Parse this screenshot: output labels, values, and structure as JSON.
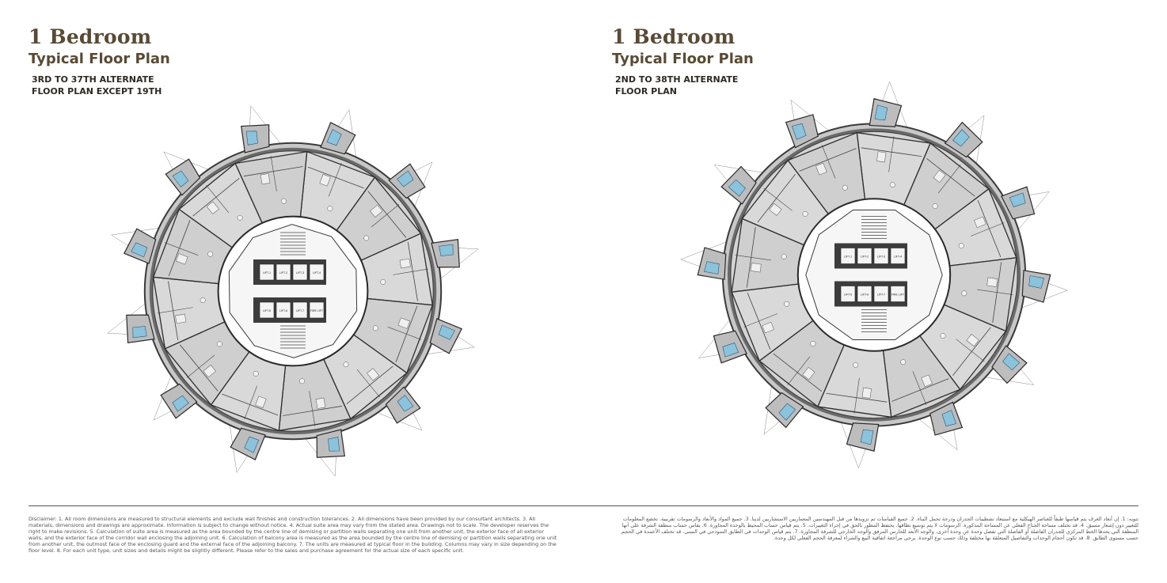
{
  "left_panel": {
    "title": "1 Bedroom",
    "subtitle": "Typical Floor Plan",
    "floors_line1": "3RD TO 37TH ALTERNATE",
    "floors_line2": "FLOOR PLAN EXCEPT 19TH",
    "core_labels": [
      "LIFT-1",
      "LIFT-2",
      "LIFT-3",
      "LIFT-4",
      "LIFT-5",
      "LIFT-6",
      "LIFT-7",
      "FIRE LIFT"
    ]
  },
  "right_panel": {
    "title": "1 Bedroom",
    "subtitle": "Typical Floor Plan",
    "floors_line1": "2ND TO 38TH ALTERNATE",
    "floors_line2": "FLOOR PLAN",
    "core_labels": [
      "LIFT-1",
      "LIFT-2",
      "LIFT-3",
      "LIFT-4",
      "LIFT-5",
      "LIFT-6",
      "LIFT-7",
      "FIRE LIFT"
    ]
  },
  "disclaimer_en": "Disclaimer: 1. All room dimensions are measured to structural elements and exclude wall finishes and construction tolerances. 2. All dimensions have been provided by our consultant architects. 3. All materials, dimensions and drawings are approximate. Information is subject to change without notice. 4. Actual suite area may vary from the stated area. Drawings not to scale. The developer reserves the right to make revisions. 5. Calculation of suite area is measured as the area bounded by the centre line of demising or partition walls separating one unit from another unit, the exterior face of all exterior walls, and the exterior face of the corridor wall enclosing the adjoining unit. 6. Calculation of balcony area is measured as the area bounded by the centre line of demising or partition walls separating one unit from another unit, the outmost face of the enclosing guard and the external face of the adjoining balcony. 7. The units are measured at typical floor in the building. Columns may vary in size depending on the floor level. 8. For each unit type, unit sizes and details might be slightly different. Please refer to the sales and purchase agreement for the actual size of each specific unit.",
  "disclaimer_ar": "تنويه: 1. إن أبعاد الغرف يتم قياسها طبقاً للعناصر الهيكلية مع استبعاد تشطيبات الجدران ودرجة تحمل البناء. 2. جميع القياسات تم تزويدها من قبل المهندسين المعماريين الاستشاريين لدينا. 3. جميع المواد والأبعاد والرسومات تقريبية. تخضع المعلومات للتغيير دون إشعار مسبق. 4. قد تختلف مساحة الجناح الفعلي عن المساحة المذكورة. الرسومات لا يتم توسيع نطاقها. يحتفظ المطور بالحق في إجراء التغييرات. 5. يتم قياس حساب المحيط بالوحدة المجاورة. 6. يقاس حساب منطقة الشرفة على أنها المنطقة التي يحدها الخط المركزي للجدران الفاصلة أو الفاصلة التي تفصل وحدة عن وحدة أخرى، والوجه الأبعد للحارس المرفق والوجه الخارجي للشرفة المجاورة. 7. يتم قياس الوحدات في الطابق النموذجي في المبنى. قد تختلف الأعمدة في الحجم حسب مستوى الطابق. 8. قد تكون أحجام الوحدات والتفاصيل المتعلقة بها مختلفة وذلك حسب نوع الوحدة. يرجى مراجعة اتفاقية البيع والشراء لمعرفة الحجم الفعلي لكل وحدة."
}
